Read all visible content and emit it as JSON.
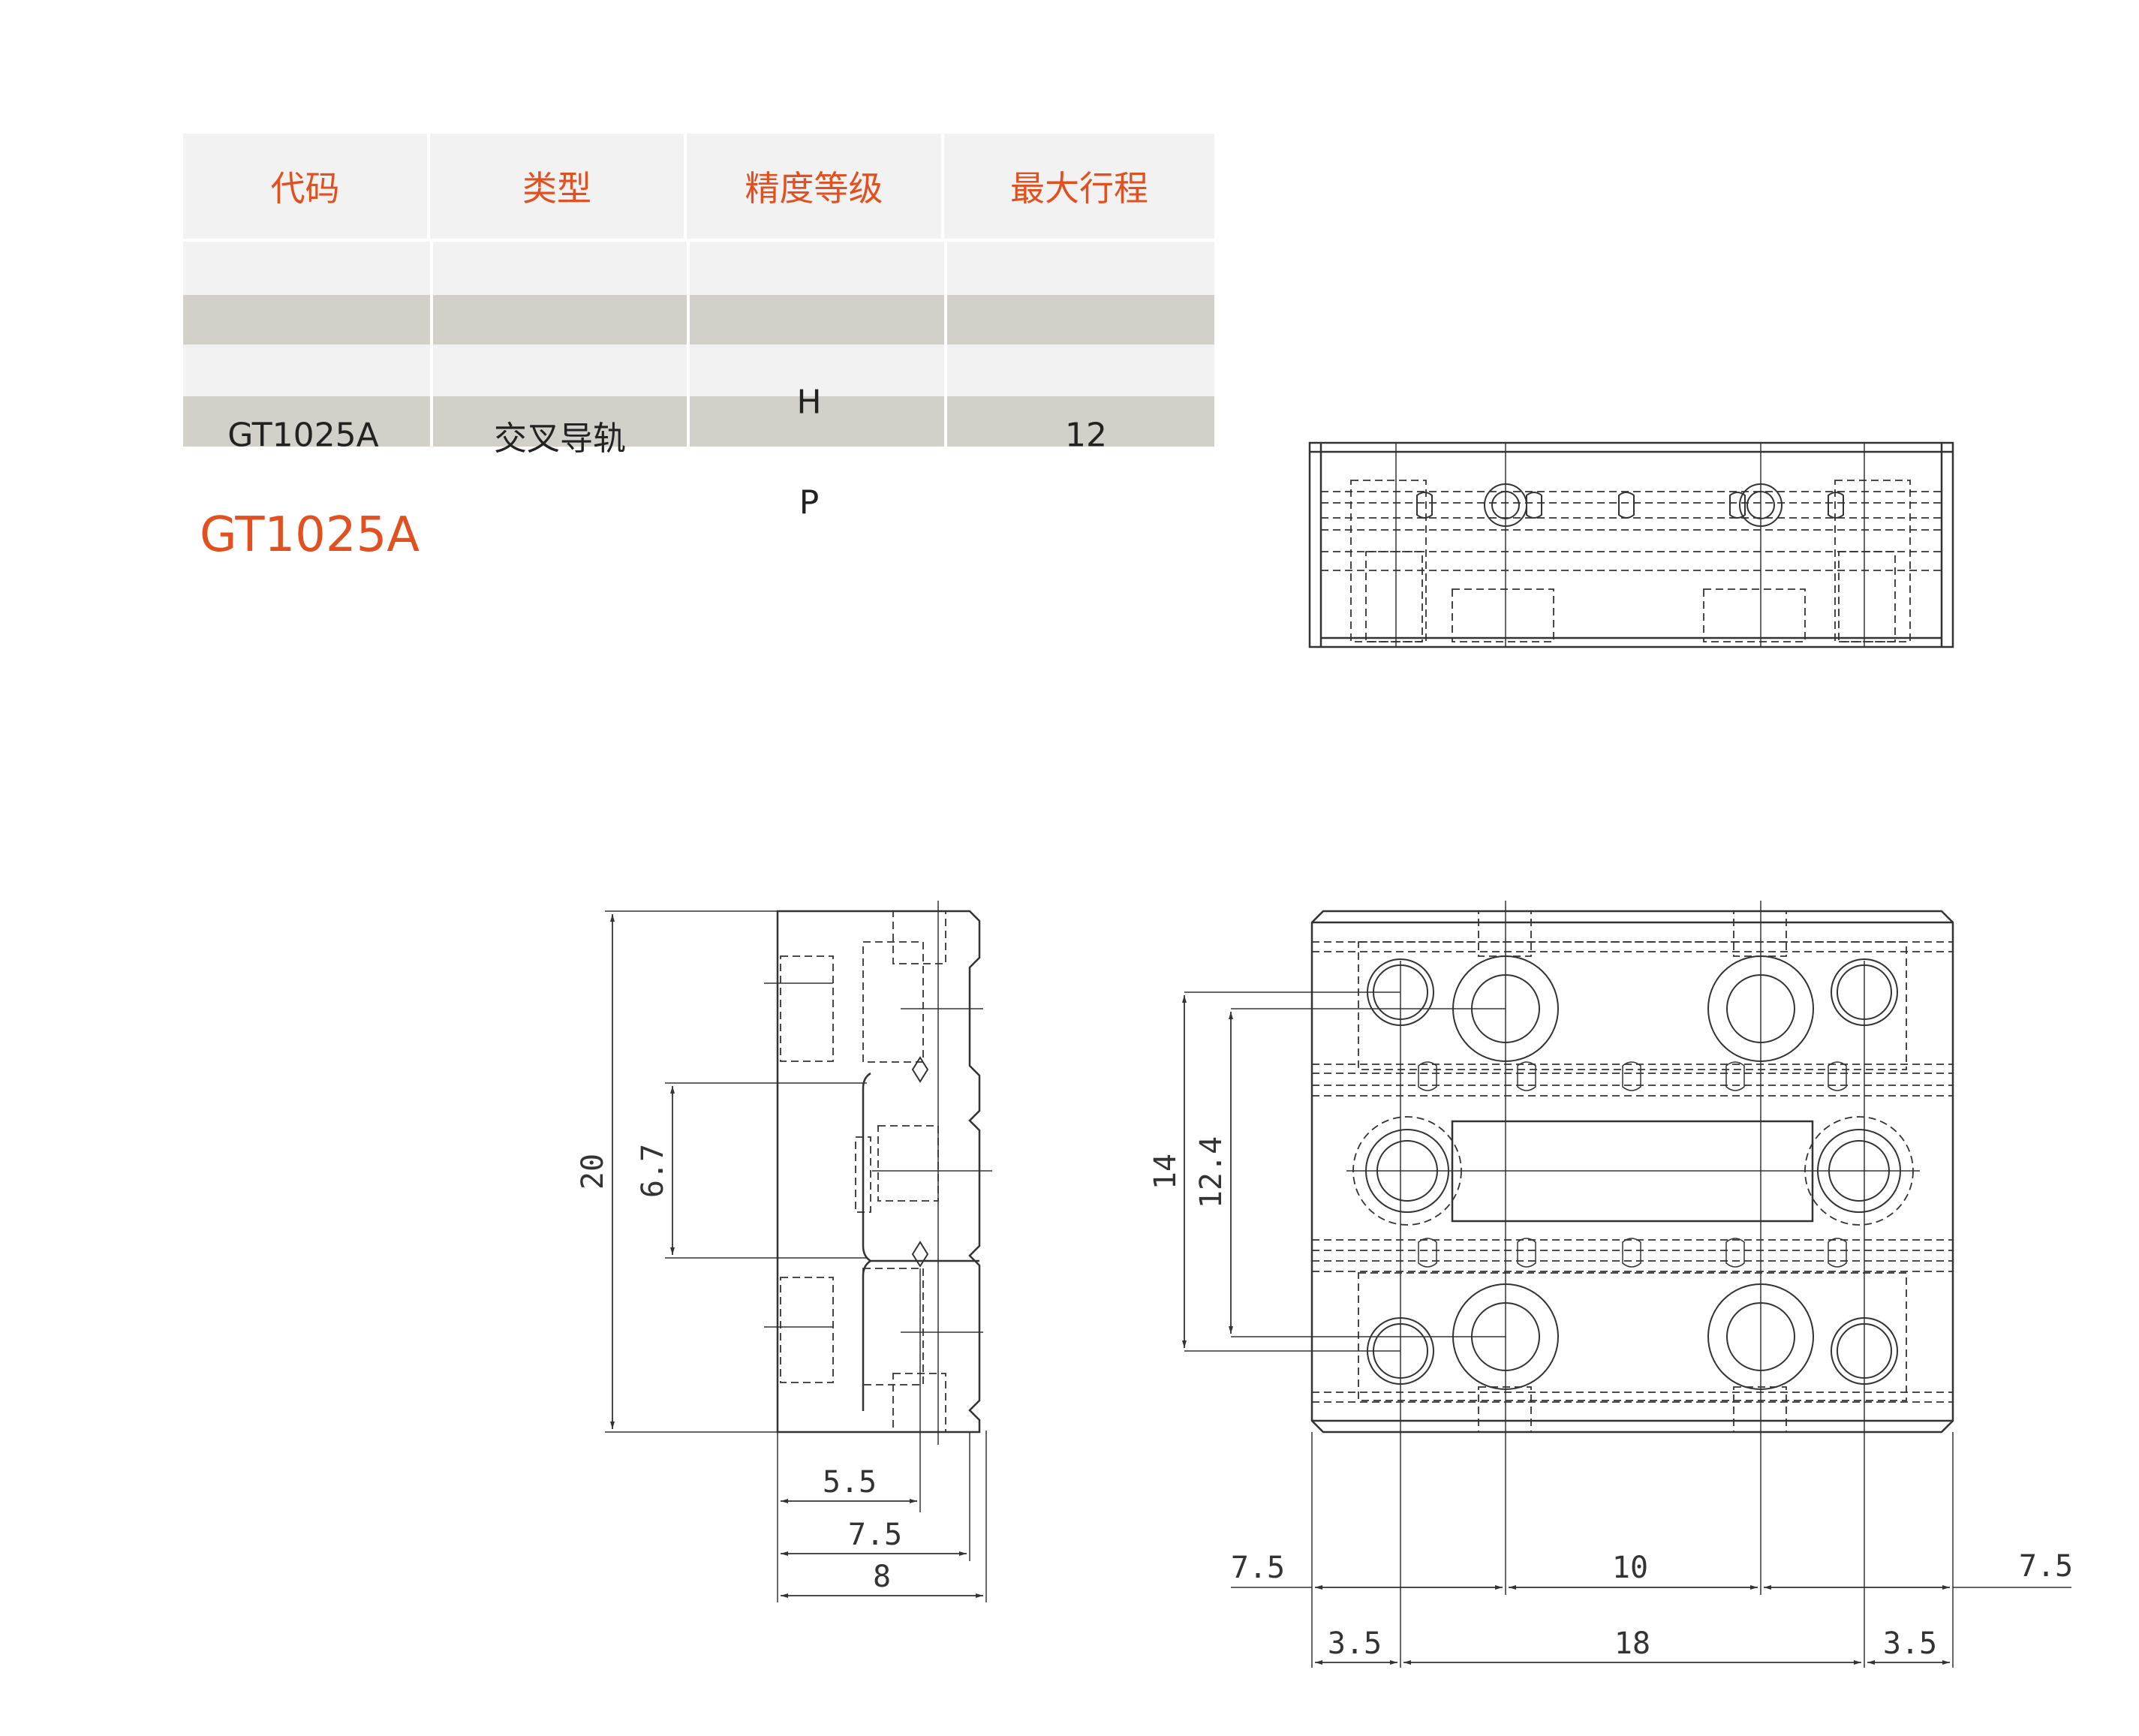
{
  "table": {
    "headers": [
      "代码",
      "类型",
      "精度等级",
      "最大行程"
    ],
    "row": {
      "code": "GT1025A",
      "type": "交叉导轨",
      "precision": [
        "H",
        "P"
      ],
      "stroke": "12"
    }
  },
  "model_title": "GT1025A",
  "dimensions": {
    "side_height": "20",
    "side_inner_height": "6.7",
    "side_w1": "5.5",
    "side_w2": "7.5",
    "side_w3": "8",
    "front_h1": "14",
    "front_h2": "12.4",
    "front_top_left": "7.5",
    "front_top_mid": "10",
    "front_top_right": "7.5",
    "front_bot_left": "3.5",
    "front_bot_mid": "18",
    "front_bot_right": "3.5"
  },
  "colors": {
    "accent": "#e2501f",
    "header_bg": "#f2f2f2",
    "band_bg": "#d3d0c9",
    "line": "#333333"
  }
}
